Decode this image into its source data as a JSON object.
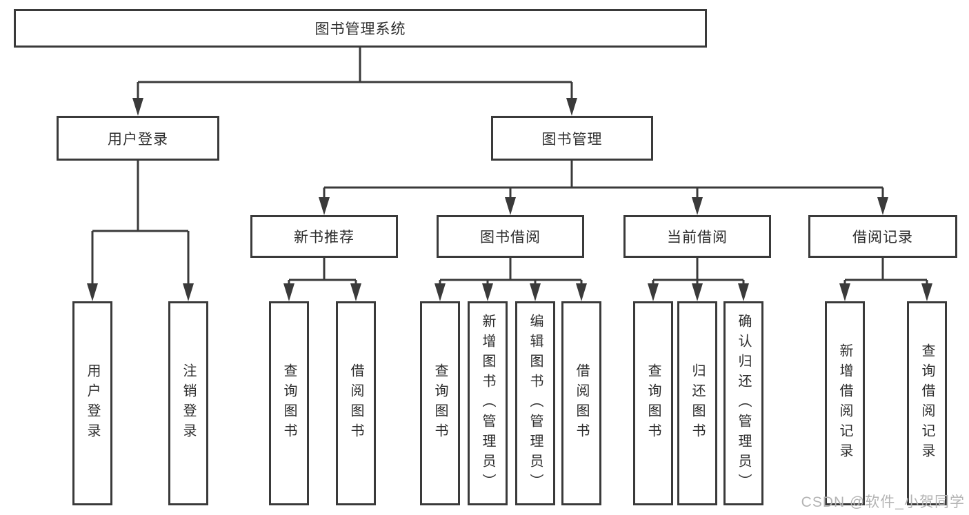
{
  "colors": {
    "line": "#3a3a3a",
    "text": "#2d2d2d",
    "watermark": "#b3b3b3",
    "background": "#ffffff"
  },
  "tree": {
    "root": {
      "label": "图书管理系统"
    },
    "branches": [
      {
        "label": "用户登录",
        "children": [
          {
            "label": "用户登录"
          },
          {
            "label": "注销登录"
          }
        ]
      },
      {
        "label": "图书管理",
        "sections": [
          {
            "label": "新书推荐",
            "children": [
              {
                "label": "查询图书"
              },
              {
                "label": "借阅图书"
              }
            ]
          },
          {
            "label": "图书借阅",
            "children": [
              {
                "label": "查询图书"
              },
              {
                "label": "新增图书（管理员）"
              },
              {
                "label": "编辑图书（管理员）"
              },
              {
                "label": "借阅图书"
              }
            ]
          },
          {
            "label": "当前借阅",
            "children": [
              {
                "label": "查询图书"
              },
              {
                "label": "归还图书"
              },
              {
                "label": "确认归还（管理员）"
              }
            ]
          },
          {
            "label": "借阅记录",
            "children": [
              {
                "label": "新增借阅记录"
              },
              {
                "label": "查询借阅记录"
              }
            ]
          }
        ]
      }
    ]
  },
  "watermark": {
    "text": "CSDN @软件_小贺同学"
  }
}
